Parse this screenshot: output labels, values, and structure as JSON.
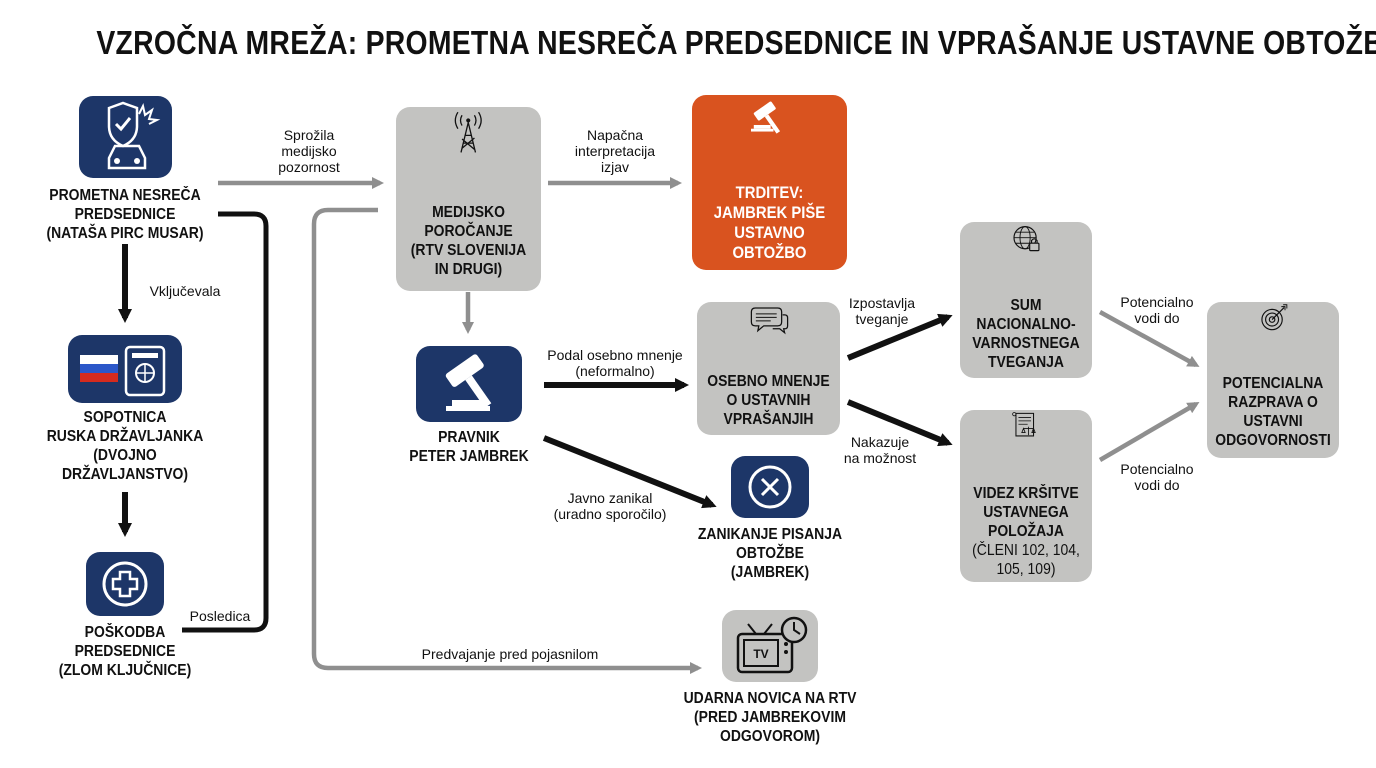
{
  "title": "VZROČNA MREŽA: PROMETNA NESREČA PREDSEDNICE IN VPRAŠANJE USTAVNE OBTOŽBE",
  "nodes": {
    "accident": {
      "lines": [
        "PROMETNA NESREČA",
        "PREDSEDNICE",
        "(NATAŠA PIRC MUSAR)"
      ],
      "icon": "shield-car-crash-icon"
    },
    "companion": {
      "lines": [
        "SOPOTNICA",
        "RUSKA DRŽAVLJANKA",
        "(DVOJNO",
        "DRŽAVLJANSTVO)"
      ],
      "icon": "russian-flag-passport-icon"
    },
    "injury": {
      "lines": [
        "POŠKODBA",
        "PREDSEDNICE",
        "(ZLOM KLJUČNICE)"
      ],
      "icon": "medical-cross-icon"
    },
    "media": {
      "lines": [
        "MEDIJSKO",
        "POROČANJE",
        "(RTV SLOVENIJA",
        "IN DRUGI)"
      ],
      "icon": "broadcast-tower-icon"
    },
    "claim": {
      "lines": [
        "TRDITEV:",
        "JAMBREK PIŠE",
        "USTAVNO",
        "OBTOŽBO"
      ],
      "icon": "gavel-icon"
    },
    "lawyer": {
      "lines": [
        "PRAVNIK",
        "PETER JAMBREK"
      ],
      "icon": "gavel-icon"
    },
    "opinion": {
      "lines": [
        "OSEBNO MNENJE",
        "O USTAVNIH",
        "VPRAŠANJIH"
      ],
      "icon": "speech-bubbles-icon"
    },
    "denial": {
      "lines": [
        "ZANIKANJE PISANJA",
        "OBTOŽBE",
        "(JAMBREK)"
      ],
      "icon": "x-circle-icon"
    },
    "headline": {
      "lines": [
        "UDARNA NOVICA NA RTV",
        "(PRED JAMBREKOVIM",
        "ODGOVOROM)"
      ],
      "icon": "tv-clock-icon"
    },
    "security": {
      "lines": [
        "SUM",
        "NACIONALNO-",
        "VARNOSTNEGA",
        "TVEGANJA"
      ],
      "icon": "globe-lock-icon"
    },
    "violation": {
      "lines": [
        "VIDEZ KRŠITVE",
        "USTAVNEGA",
        "POLOŽAJA"
      ],
      "sublines": [
        "(ČLENI 102, 104,",
        "105, 109)"
      ],
      "icon": "scroll-scales-icon"
    },
    "debate": {
      "lines": [
        "POTENCIALNA",
        "RAZPRAVA O",
        "USTAVNI",
        "ODGOVORNOSTI"
      ],
      "icon": "target-arrow-icon"
    }
  },
  "edges": {
    "accident_media": [
      "Sprožila",
      "medijsko",
      "pozornost"
    ],
    "media_claim": [
      "Napačna",
      "interpretacija",
      "izjav"
    ],
    "accident_companion": [
      "Vključevala"
    ],
    "injury_media": [
      "Posledica"
    ],
    "lawyer_opinion": [
      "Podal osebno mnenje",
      "(neformalno)"
    ],
    "lawyer_denial": [
      "Javno zanikal",
      "(uradno sporočilo)"
    ],
    "opinion_security": [
      "Izpostavlja",
      "tveganje"
    ],
    "opinion_violation": [
      "Nakazuje",
      "na možnost"
    ],
    "security_debate": [
      "Potencialno",
      "vodi do"
    ],
    "violation_debate": [
      "Potencialno",
      "vodi do"
    ],
    "media_headline": [
      "Predvajanje pred pojasnilom"
    ]
  },
  "colors": {
    "navy": "#1d3668",
    "grey": "#c3c3c1",
    "orange": "#d9531f",
    "arrow_grey": "#8f8f8f",
    "arrow_black": "#111111"
  }
}
